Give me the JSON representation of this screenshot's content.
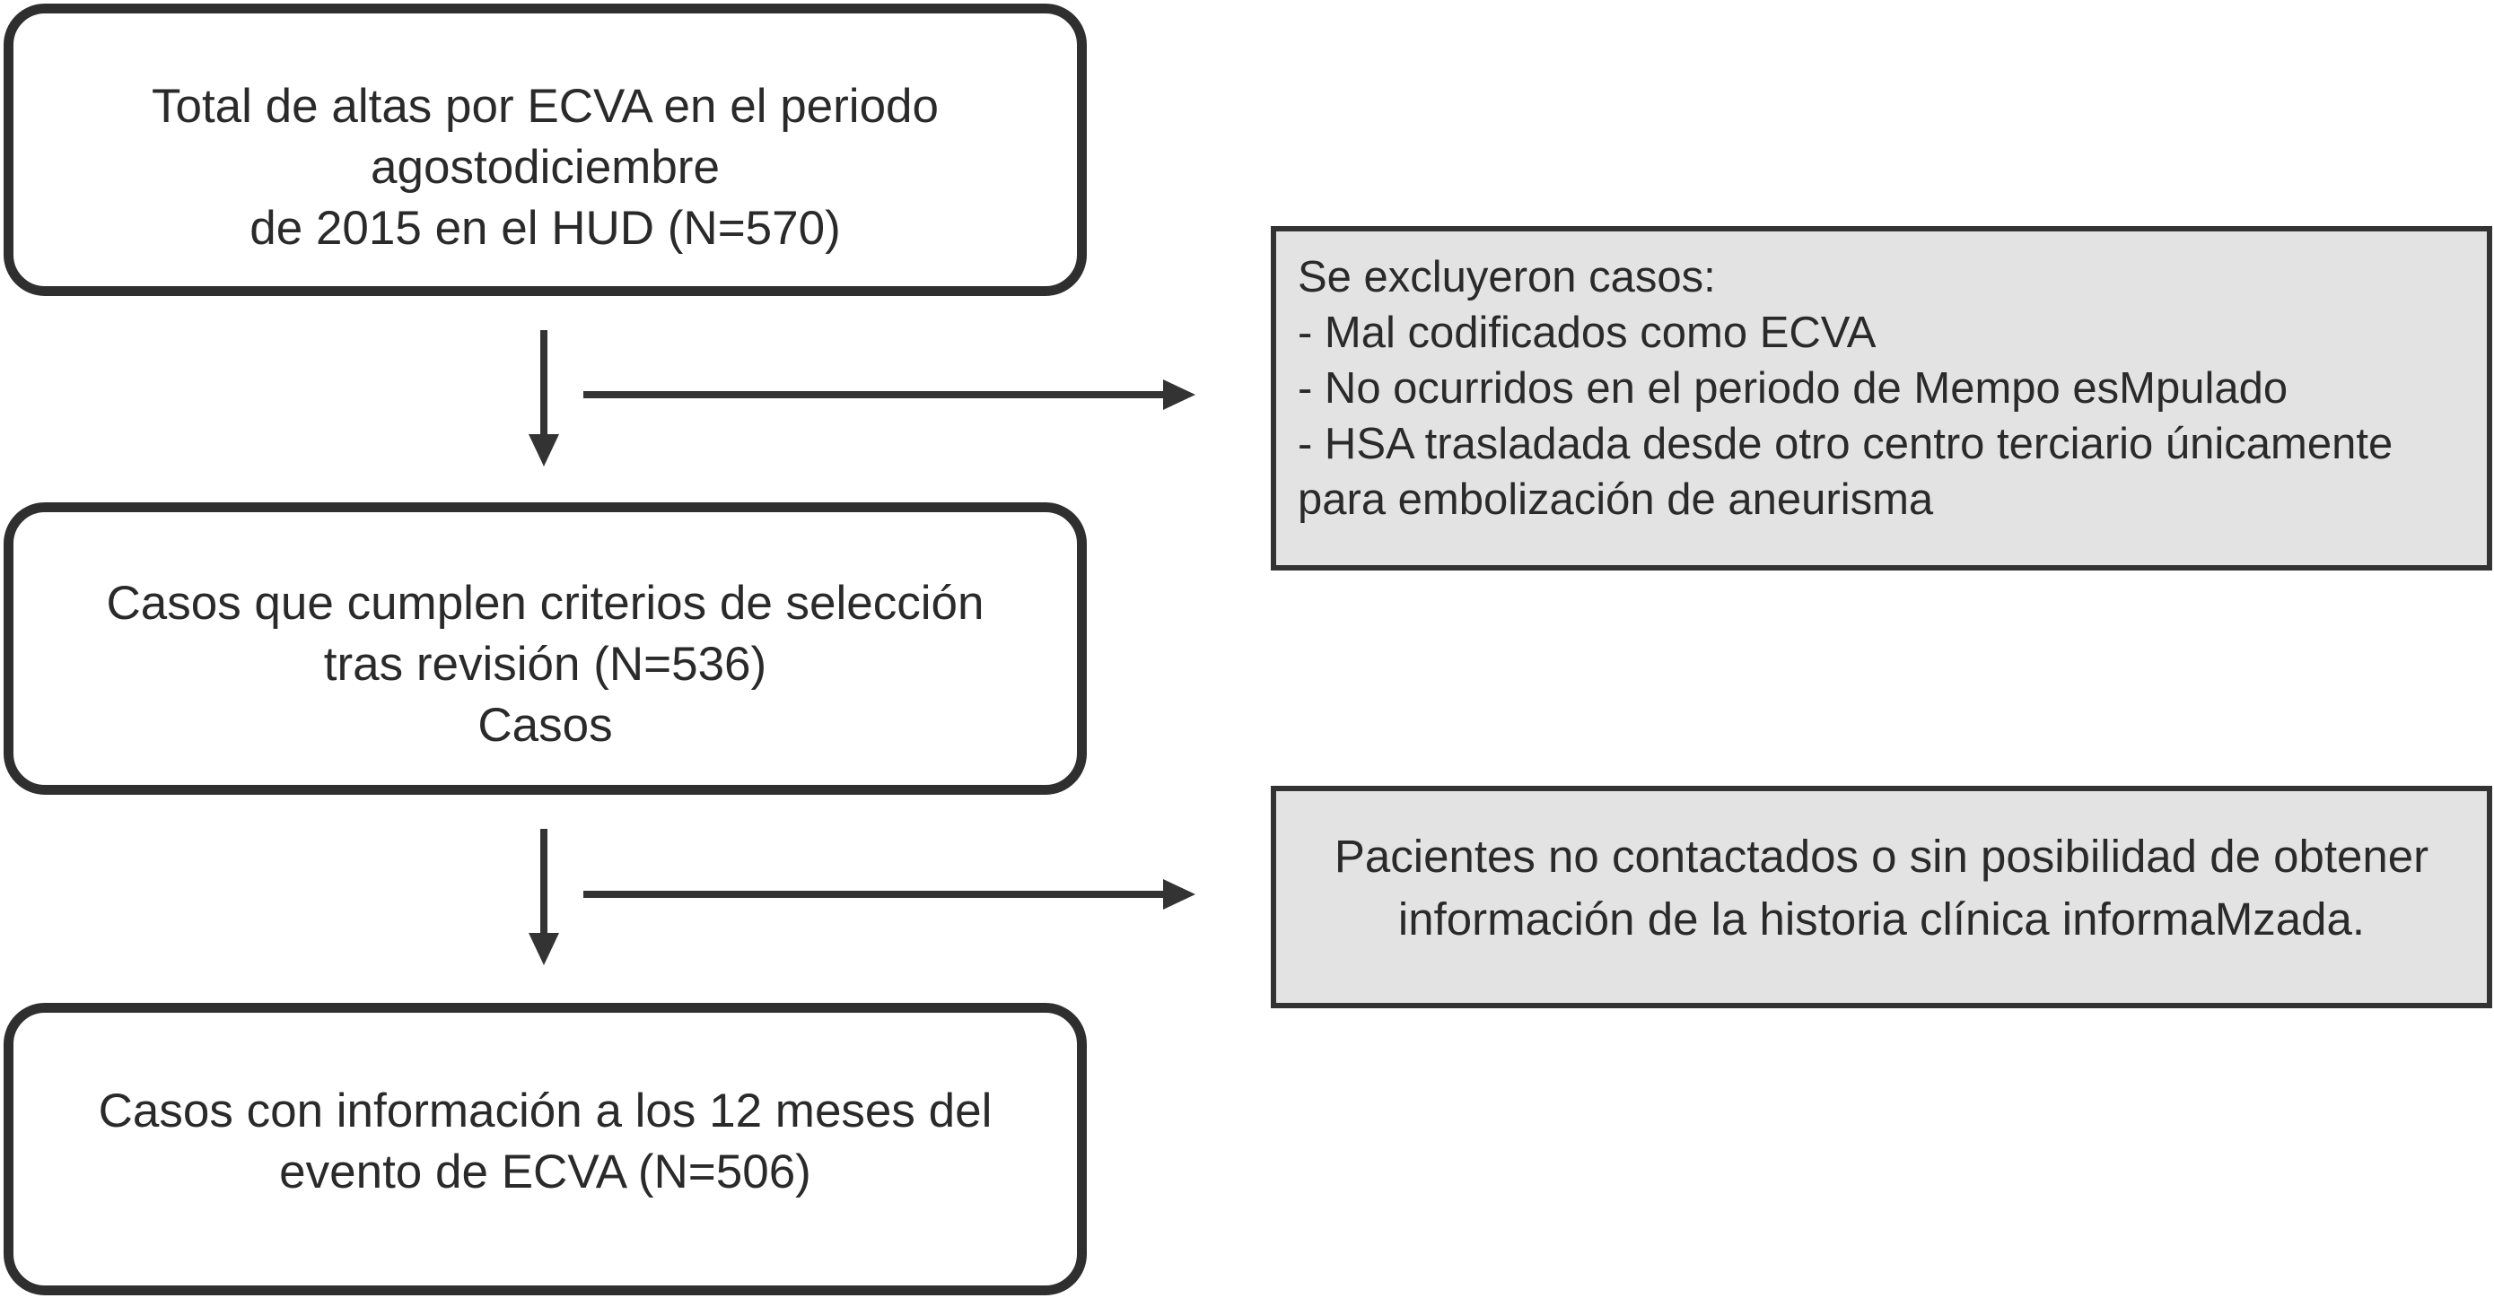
{
  "boxes": {
    "total": {
      "line1": "Total de altas por ECVA en el periodo",
      "line2": "agostodiciembre",
      "line3": "de 2015 en el HUD (N=570)"
    },
    "criteria": {
      "line1": "Casos que cumplen criterios de selección",
      "line2": "tras revisión (N=536)",
      "line3": "Casos"
    },
    "info": {
      "line1": "Casos con información a los 12 meses del",
      "line2": "evento de ECVA (N=506)"
    },
    "excluded": {
      "heading": "Se excluyeron casos:",
      "item1": "- Mal codificados como ECVA",
      "item2": "- No ocurridos en el periodo de Mempo esMpulado",
      "item3": "- HSA trasladada desde otro centro terciario únicamente",
      "item3_cont": "para embolización de aneurisma"
    },
    "nocontact": {
      "line1": "Pacientes no contactados o sin posibilidad de obtener",
      "line2": "información de la historia clínica informaMzada."
    }
  },
  "colors": {
    "box_border": "#2f2f2f",
    "side_box_fill": "#e3e3e3",
    "arrow": "#333333"
  }
}
